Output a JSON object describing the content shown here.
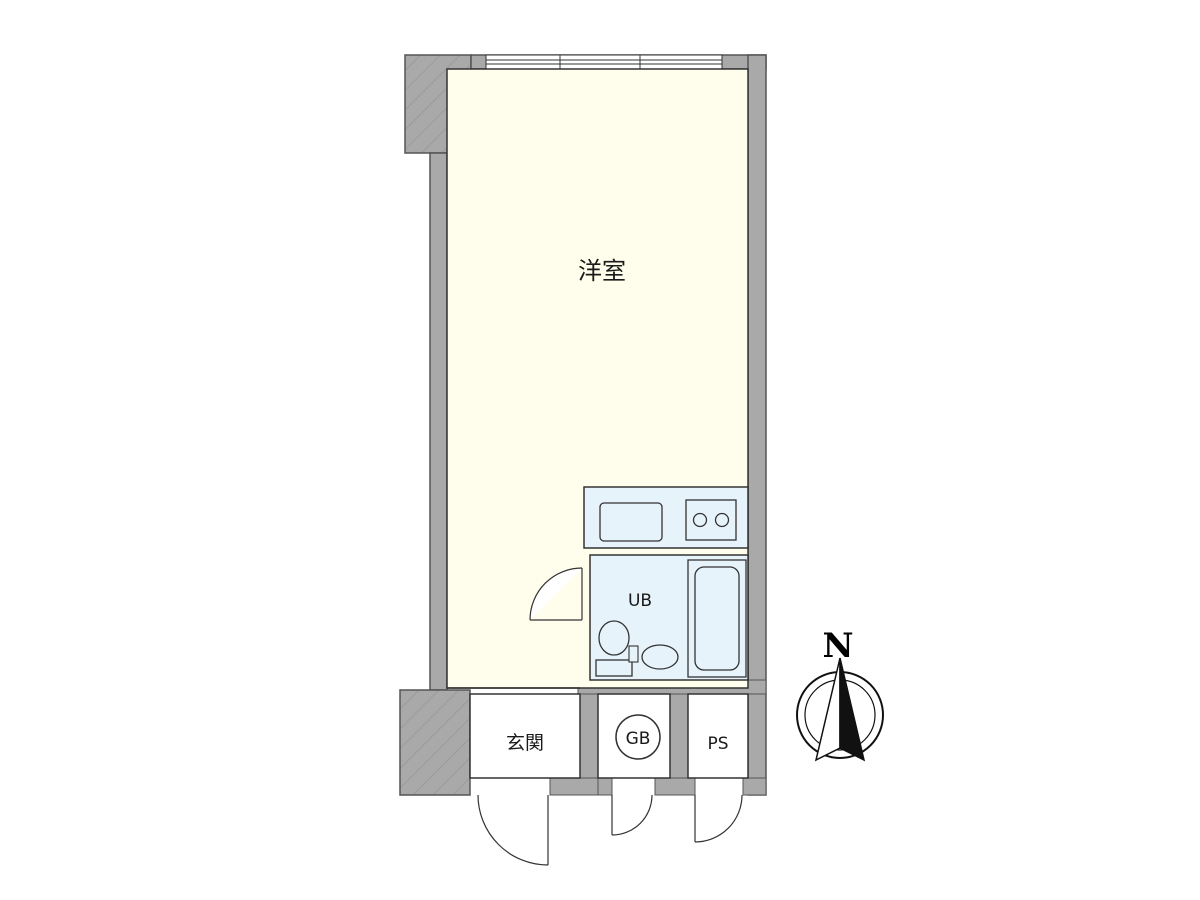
{
  "rooms": {
    "western_room": "洋室",
    "unit_bath": "UB",
    "entrance": "玄関",
    "gas_box": "GB",
    "pipe_space": "PS"
  },
  "compass": {
    "north_label": "N"
  },
  "colors": {
    "wall": "#a9a9a9",
    "wall_stroke": "#555555",
    "room_floor": "#fffeec",
    "wet_area": "#e6f3fb",
    "white_floor": "#ffffff",
    "line": "#333333"
  }
}
